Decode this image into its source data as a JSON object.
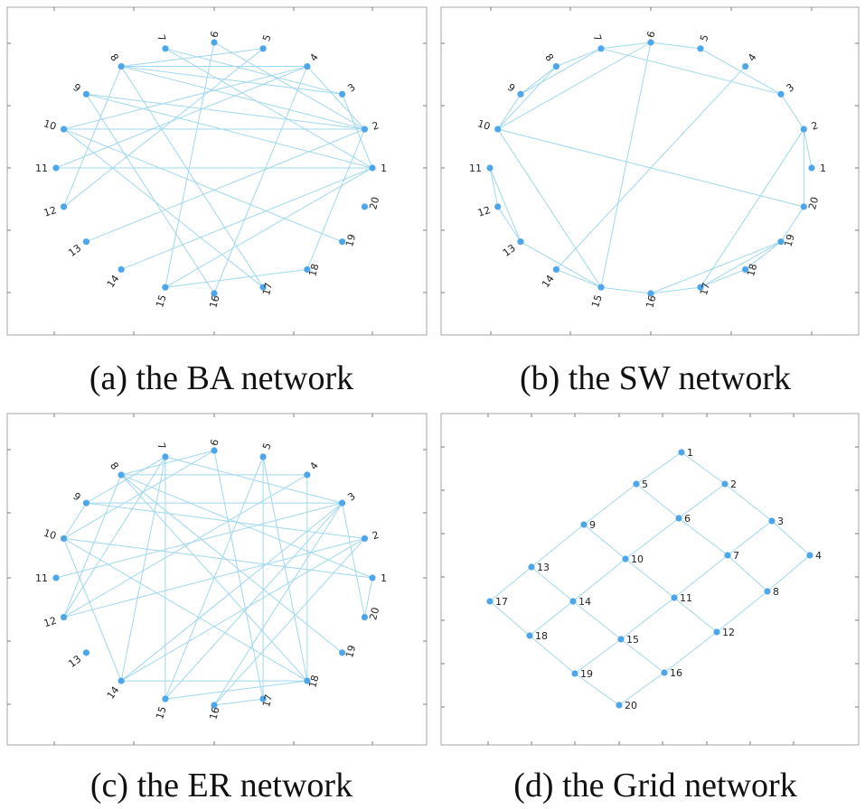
{
  "colors": {
    "edge": "#9fd8ee",
    "node": "#4ea6ea",
    "frame": "#a6a6a6"
  },
  "panels": [
    {
      "id": "a",
      "caption": "(a) the BA network",
      "layout": "circle",
      "nodes": [
        "1",
        "2",
        "3",
        "4",
        "5",
        "6",
        "7",
        "8",
        "9",
        "10",
        "11",
        "12",
        "13",
        "14",
        "15",
        "16",
        "17",
        "18",
        "19",
        "20"
      ],
      "edges": [
        [
          1,
          11
        ],
        [
          1,
          3
        ],
        [
          1,
          14
        ],
        [
          1,
          15
        ],
        [
          1,
          9
        ],
        [
          1,
          7
        ],
        [
          2,
          10
        ],
        [
          2,
          9
        ],
        [
          2,
          8
        ],
        [
          2,
          4
        ],
        [
          2,
          13
        ],
        [
          2,
          6
        ],
        [
          2,
          18
        ],
        [
          3,
          8
        ],
        [
          3,
          7
        ],
        [
          4,
          10
        ],
        [
          4,
          11
        ],
        [
          4,
          16
        ],
        [
          4,
          8
        ],
        [
          5,
          8
        ],
        [
          5,
          12
        ],
        [
          6,
          15
        ],
        [
          8,
          17
        ],
        [
          9,
          16
        ],
        [
          10,
          17
        ],
        [
          10,
          19
        ],
        [
          12,
          8
        ],
        [
          15,
          18
        ]
      ]
    },
    {
      "id": "b",
      "caption": "(b) the SW network",
      "layout": "circle",
      "nodes": [
        "1",
        "2",
        "3",
        "4",
        "5",
        "6",
        "7",
        "8",
        "9",
        "10",
        "11",
        "12",
        "13",
        "14",
        "15",
        "16",
        "17",
        "18",
        "19",
        "20"
      ],
      "edges": [
        [
          1,
          2
        ],
        [
          2,
          3
        ],
        [
          3,
          5
        ],
        [
          5,
          6
        ],
        [
          6,
          7
        ],
        [
          7,
          9
        ],
        [
          7,
          8
        ],
        [
          8,
          9
        ],
        [
          9,
          10
        ],
        [
          10,
          6
        ],
        [
          10,
          8
        ],
        [
          11,
          12
        ],
        [
          11,
          13
        ],
        [
          12,
          13
        ],
        [
          13,
          15
        ],
        [
          14,
          15
        ],
        [
          15,
          16
        ],
        [
          16,
          17
        ],
        [
          17,
          18
        ],
        [
          18,
          19
        ],
        [
          19,
          20
        ],
        [
          20,
          2
        ],
        [
          2,
          17
        ],
        [
          3,
          7
        ],
        [
          4,
          14
        ],
        [
          6,
          15
        ],
        [
          10,
          15
        ],
        [
          10,
          20
        ],
        [
          16,
          19
        ],
        [
          17,
          19
        ]
      ]
    },
    {
      "id": "c",
      "caption": "(c) the ER network",
      "layout": "circle",
      "nodes": [
        "1",
        "2",
        "3",
        "4",
        "5",
        "6",
        "7",
        "8",
        "9",
        "10",
        "11",
        "12",
        "13",
        "14",
        "15",
        "16",
        "17",
        "18",
        "19",
        "20"
      ],
      "edges": [
        [
          1,
          10
        ],
        [
          1,
          8
        ],
        [
          1,
          20
        ],
        [
          2,
          9
        ],
        [
          2,
          16
        ],
        [
          2,
          14
        ],
        [
          2,
          12
        ],
        [
          3,
          7
        ],
        [
          3,
          9
        ],
        [
          3,
          11
        ],
        [
          3,
          15
        ],
        [
          3,
          14
        ],
        [
          3,
          16
        ],
        [
          4,
          8
        ],
        [
          4,
          18
        ],
        [
          4,
          12
        ],
        [
          5,
          17
        ],
        [
          5,
          18
        ],
        [
          5,
          15
        ],
        [
          6,
          8
        ],
        [
          6,
          17
        ],
        [
          6,
          10
        ],
        [
          7,
          15
        ],
        [
          7,
          14
        ],
        [
          7,
          9
        ],
        [
          8,
          18
        ],
        [
          8,
          19
        ],
        [
          9,
          10
        ],
        [
          10,
          14
        ],
        [
          10,
          18
        ],
        [
          14,
          18
        ],
        [
          15,
          18
        ],
        [
          16,
          17
        ],
        [
          8,
          12
        ],
        [
          3,
          20
        ],
        [
          7,
          12
        ]
      ]
    },
    {
      "id": "d",
      "caption": "(d) the Grid network",
      "layout": "grid",
      "nodes": [
        "1",
        "2",
        "3",
        "4",
        "5",
        "6",
        "7",
        "8",
        "9",
        "10",
        "11",
        "12",
        "13",
        "14",
        "15",
        "16",
        "17",
        "18",
        "19",
        "20"
      ],
      "edges": [
        [
          1,
          2
        ],
        [
          2,
          3
        ],
        [
          3,
          4
        ],
        [
          5,
          6
        ],
        [
          6,
          7
        ],
        [
          7,
          8
        ],
        [
          9,
          10
        ],
        [
          10,
          11
        ],
        [
          11,
          12
        ],
        [
          13,
          14
        ],
        [
          14,
          15
        ],
        [
          15,
          16
        ],
        [
          17,
          18
        ],
        [
          18,
          19
        ],
        [
          19,
          20
        ],
        [
          1,
          5
        ],
        [
          5,
          9
        ],
        [
          9,
          13
        ],
        [
          13,
          17
        ],
        [
          2,
          6
        ],
        [
          6,
          10
        ],
        [
          10,
          14
        ],
        [
          14,
          18
        ],
        [
          3,
          7
        ],
        [
          7,
          11
        ],
        [
          11,
          15
        ],
        [
          15,
          19
        ],
        [
          4,
          8
        ],
        [
          8,
          12
        ],
        [
          12,
          16
        ],
        [
          16,
          20
        ]
      ]
    }
  ]
}
